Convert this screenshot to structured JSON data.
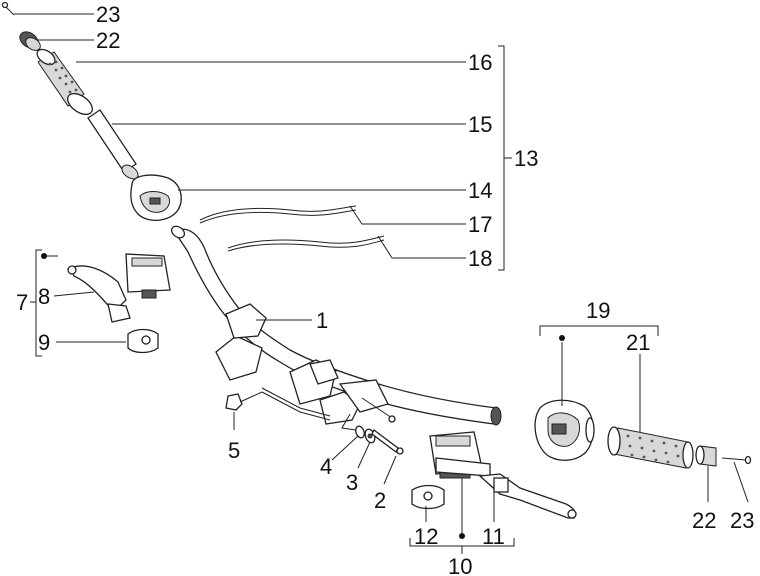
{
  "callouts": [
    {
      "id": "c23a",
      "text": "23"
    },
    {
      "id": "c22a",
      "text": "22"
    },
    {
      "id": "c16",
      "text": "16"
    },
    {
      "id": "c15",
      "text": "15"
    },
    {
      "id": "c13",
      "text": "13"
    },
    {
      "id": "c14",
      "text": "14"
    },
    {
      "id": "c17",
      "text": "17"
    },
    {
      "id": "c18",
      "text": "18"
    },
    {
      "id": "c7",
      "text": "7"
    },
    {
      "id": "c8",
      "text": "8"
    },
    {
      "id": "c9",
      "text": "9"
    },
    {
      "id": "c1",
      "text": "1"
    },
    {
      "id": "c19",
      "text": "19"
    },
    {
      "id": "c21",
      "text": "21"
    },
    {
      "id": "c5",
      "text": "5"
    },
    {
      "id": "c4",
      "text": "4"
    },
    {
      "id": "c3",
      "text": "3"
    },
    {
      "id": "c2",
      "text": "2"
    },
    {
      "id": "c12",
      "text": "12"
    },
    {
      "id": "c11",
      "text": "11"
    },
    {
      "id": "c10",
      "text": "10"
    },
    {
      "id": "c22b",
      "text": "22"
    },
    {
      "id": "c23b",
      "text": "23"
    }
  ]
}
